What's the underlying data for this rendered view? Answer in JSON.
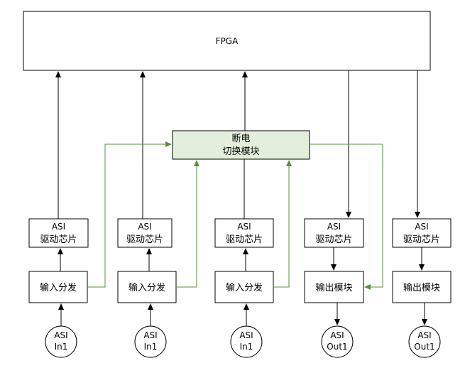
{
  "fpga": {
    "label": "FPGA"
  },
  "power_switch": {
    "line1": "断电",
    "line2": "切换模块"
  },
  "columns": [
    {
      "driver": {
        "line1": "ASI",
        "line2": "驱动芯片"
      },
      "module": "输入分发",
      "port": {
        "line1": "ASI",
        "line2": "In1"
      }
    },
    {
      "driver": {
        "line1": "ASI",
        "line2": "驱动芯片"
      },
      "module": "输入分发",
      "port": {
        "line1": "ASI",
        "line2": "In1"
      }
    },
    {
      "driver": {
        "line1": "ASI",
        "line2": "驱动芯片"
      },
      "module": "输入分发",
      "port": {
        "line1": "ASI",
        "line2": "In1"
      }
    },
    {
      "driver": {
        "line1": "ASI",
        "line2": "驱动芯片"
      },
      "module": "输出模块",
      "port": {
        "line1": "ASI",
        "line2": "Out1"
      }
    },
    {
      "driver": {
        "line1": "ASI",
        "line2": "驱动芯片"
      },
      "module": "输出模块",
      "port": {
        "line1": "ASI",
        "line2": "Out1"
      }
    }
  ],
  "colors": {
    "green_line": "#5a8f3c",
    "switch_fill": "#e2efda",
    "black": "#000000"
  }
}
